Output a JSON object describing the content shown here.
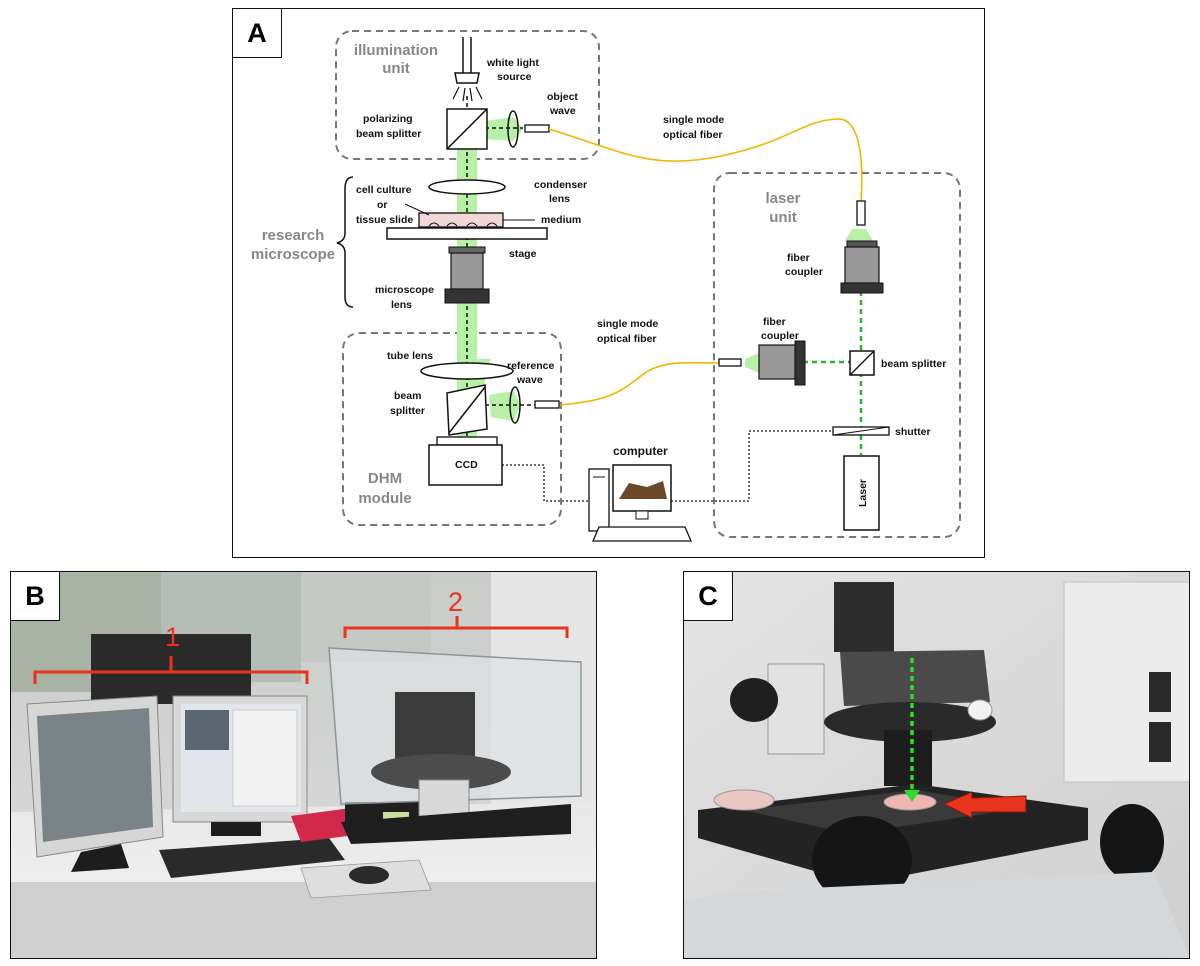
{
  "figure": {
    "panels": [
      {
        "letter": "A"
      },
      {
        "letter": "B"
      },
      {
        "letter": "C"
      }
    ]
  },
  "diagram": {
    "illumination_unit": [
      "illumination",
      "unit"
    ],
    "white_light_source": [
      "white light",
      "source"
    ],
    "object_wave": [
      "object",
      "wave"
    ],
    "polarizing_beam_splitter": [
      "polarizing",
      "beam splitter"
    ],
    "single_mode_fiber_top": [
      "single mode",
      "optical fiber"
    ],
    "cell_culture": [
      "cell culture",
      "or",
      "tissue slide"
    ],
    "condenser_lens": [
      "condenser",
      "lens"
    ],
    "medium": "medium",
    "stage": "stage",
    "research_microscope": [
      "research",
      "microscope"
    ],
    "microscope_lens": [
      "microscope",
      "lens"
    ],
    "laser_unit": [
      "laser",
      "unit"
    ],
    "fiber_coupler_top": [
      "fiber",
      "coupler"
    ],
    "fiber_coupler_mid": [
      "fiber",
      "coupler"
    ],
    "single_mode_fiber_mid": [
      "single mode",
      "optical fiber"
    ],
    "beam_splitter_laser": "beam splitter",
    "tube_lens": "tube lens",
    "reference_wave": [
      "reference",
      "wave"
    ],
    "beam_splitter_dhm": [
      "beam",
      "splitter"
    ],
    "shutter": "shutter",
    "computer": "computer",
    "ccd": "CCD",
    "dhm_module": [
      "DHM",
      "module"
    ],
    "laser": "Laser"
  },
  "photo_b": {
    "bracket_1": "1",
    "bracket_2": "2"
  },
  "colors": {
    "beam_green": "#b8f0a8",
    "fiber_orange": "#f5b400",
    "annotation_red": "#e8341c",
    "unit_border": "#777777"
  }
}
